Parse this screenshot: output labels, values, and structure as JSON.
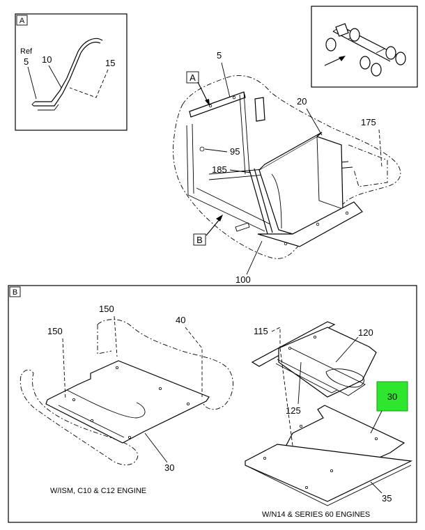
{
  "callouts": {
    "ref": "Ref",
    "c5_detail": "5",
    "c10": "10",
    "c15": "15",
    "c5": "5",
    "c20": "20",
    "c175": "175",
    "c95": "95",
    "c185": "185",
    "c100": "100",
    "c150_a": "150",
    "c150_b": "150",
    "c40": "40",
    "c30_left": "30",
    "c115": "115",
    "c120": "120",
    "c125": "125",
    "c30_highlight": "30",
    "c35": "35"
  },
  "view_labels": {
    "detail_a": "A",
    "pointer_a": "A",
    "pointer_b": "B",
    "detail_b": "B"
  },
  "captions": {
    "left_variant": "W/ISM, C10 & C12 ENGINE",
    "right_variant": "W/N14 & SERIES 60 ENGINES"
  },
  "colors": {
    "highlight": "#2ee62e",
    "ink": "#000000"
  }
}
